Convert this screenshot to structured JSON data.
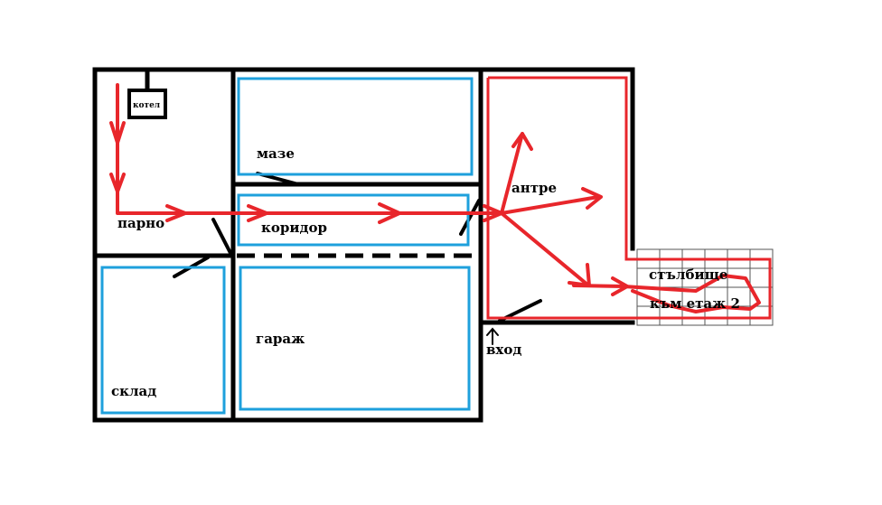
{
  "rooms": {
    "kotel": "котел",
    "maze": "мазе",
    "parno": "парно",
    "koridor": "коридор",
    "antre": "антре",
    "stalbishte": "стълбище",
    "kam_etaj": "към етаж 2",
    "garaj": "гараж",
    "vhod": "вход",
    "sklad": "склад"
  },
  "colors": {
    "wall": "#000000",
    "room_outline": "#1ea0dc",
    "route": "#e8262b",
    "stair_grid": "#555555"
  }
}
